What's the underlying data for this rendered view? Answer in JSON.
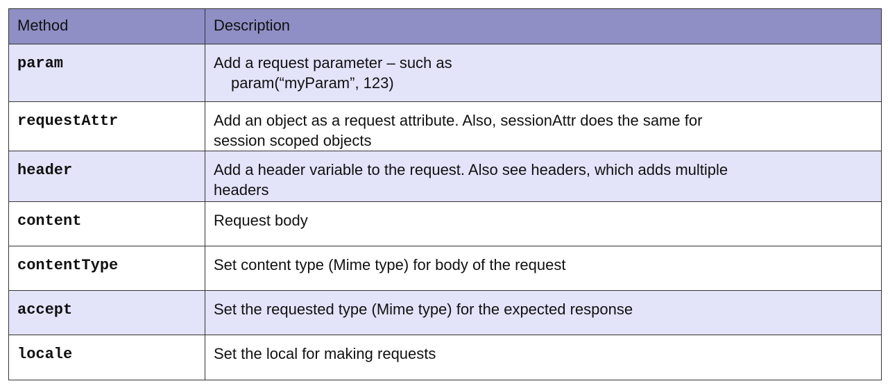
{
  "table": {
    "headers": {
      "method": "Method",
      "description": "Description"
    },
    "rows": [
      {
        "method": "param",
        "description": [
          "Add a request parameter – such as",
          "param(“myParam”, 123)"
        ]
      },
      {
        "method": "requestAttr",
        "description": [
          "Add an object as a request attribute. Also, sessionAttr does the same for",
          "session scoped objects"
        ]
      },
      {
        "method": "header",
        "description": [
          "Add a header variable to the request. Also see headers, which adds multiple",
          "headers"
        ]
      },
      {
        "method": "content",
        "description": [
          "Request body"
        ]
      },
      {
        "method": "contentType",
        "description": [
          "Set content type (Mime type) for body of the request"
        ]
      },
      {
        "method": "accept",
        "description": [
          "Set the requested type (Mime type) for the expected response"
        ]
      },
      {
        "method": "locale",
        "description": [
          "Set the local for making requests"
        ]
      }
    ]
  },
  "colors": {
    "header_bg": "#8f8fc5",
    "band_bg": "#e3e3fa",
    "border": "#333333"
  }
}
